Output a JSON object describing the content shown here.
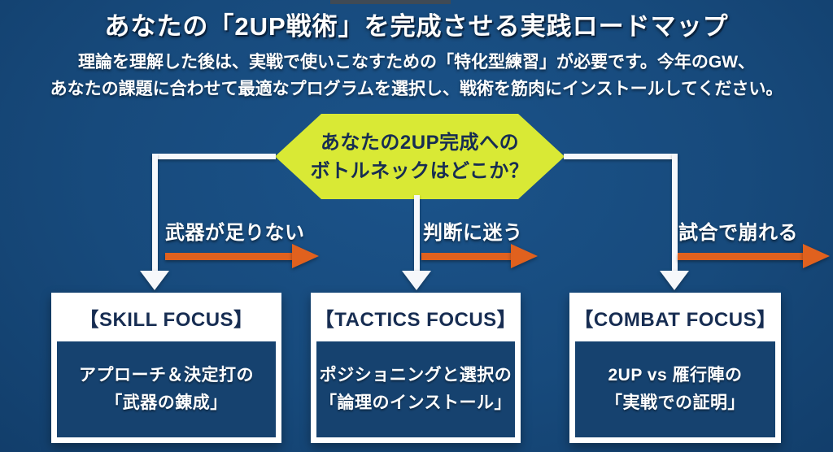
{
  "header": {
    "title": "あなたの「2UP戦術」を完成させる実践ロードマップ",
    "subtitle_line1": "理論を理解した後は、実戦で使いこなすための「特化型練習」が必要です。今年のGW、",
    "subtitle_line2": "あなたの課題に合わせて最適なプログラムを選択し、戦術を筋肉にインストールしてください。"
  },
  "decision": {
    "line1": "あなたの2UP完成への",
    "line2": "ボトルネックはどこか？"
  },
  "branches": [
    {
      "label": "武器が足りない",
      "focus_title": "【SKILL FOCUS】",
      "body_line1": "アプローチ＆決定打の",
      "body_line2": "「武器の錬成」"
    },
    {
      "label": "判断に迷う",
      "focus_title": "【TACTICS FOCUS】",
      "body_line1": "ポジショニングと選択の",
      "body_line2": "「論理のインストール」"
    },
    {
      "label": "試合で崩れる",
      "focus_title": "【COMBAT FOCUS】",
      "body_line1": "2UP vs 雁行陣の",
      "body_line2": "「実戦での証明」"
    }
  ],
  "colors": {
    "bg_navy": "#174a7c",
    "panel_navy": "#16426f",
    "dark_navy_text": "#172d52",
    "hex_green": "#d9e935",
    "arrow_orange": "#e0611e",
    "connector_white": "#f6f8fb",
    "crop_bar_gray": "#3f4a55"
  }
}
